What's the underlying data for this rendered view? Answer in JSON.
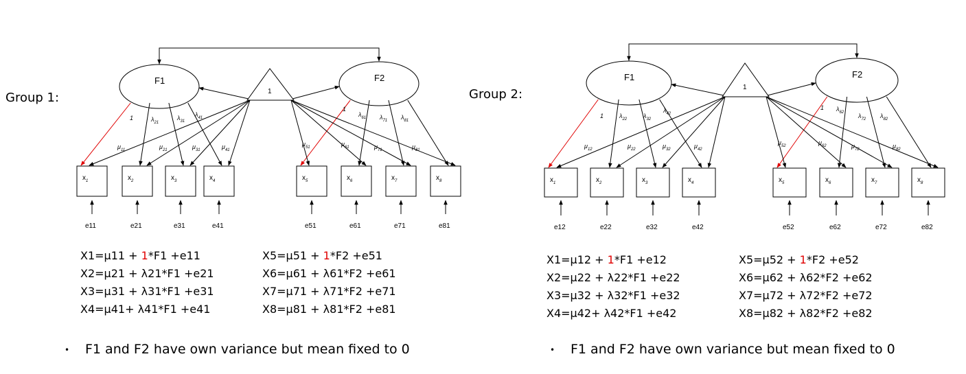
{
  "groups": [
    {
      "label": "Group 1:",
      "factor_labels": [
        "F1",
        "F2"
      ],
      "intercept_label": "1",
      "indicators": [
        "x1",
        "x2",
        "x3",
        "x4",
        "x5",
        "x6",
        "x7",
        "x8"
      ],
      "loadings": [
        "1",
        "λ21",
        "λ31",
        "λ41",
        "1",
        "λ61",
        "λ71",
        "λ81"
      ],
      "intercepts": [
        "μ11",
        "μ21",
        "μ31",
        "μ41",
        "μ51",
        "μ61",
        "μ71",
        "μ81"
      ],
      "errors": [
        "e11",
        "e21",
        "e31",
        "e41",
        "e51",
        "e61",
        "e71",
        "e81"
      ],
      "equations_left": [
        {
          "pre": "X1=μ11 + ",
          "hl": "1",
          "post": "*F1 +e11"
        },
        {
          "pre": "X2=μ21 + λ21*F1 +e21",
          "hl": "",
          "post": ""
        },
        {
          "pre": "X3=μ31 + λ31*F1 +e31",
          "hl": "",
          "post": ""
        },
        {
          "pre": "X4=μ41+ λ41*F1 +e41",
          "hl": "",
          "post": ""
        }
      ],
      "equations_right": [
        {
          "pre": "X5=μ51 + ",
          "hl": "1",
          "post": "*F2 +e51"
        },
        {
          "pre": "X6=μ61 + λ61*F2 +e61",
          "hl": "",
          "post": ""
        },
        {
          "pre": "X7=μ71 + λ71*F2 +e71",
          "hl": "",
          "post": ""
        },
        {
          "pre": "X8=μ81 + λ81*F2 +e81",
          "hl": "",
          "post": ""
        }
      ],
      "note": "F1 and F2 have own variance but mean fixed to 0"
    },
    {
      "label": "Group 2:",
      "factor_labels": [
        "F1",
        "F2"
      ],
      "intercept_label": "1",
      "indicators": [
        "x1",
        "x2",
        "x3",
        "x4",
        "x5",
        "x6",
        "x7",
        "x8"
      ],
      "loadings": [
        "1",
        "λ22",
        "λ32",
        "λ42",
        "1",
        "λ62",
        "λ72",
        "λ82"
      ],
      "intercepts": [
        "μ12",
        "μ22",
        "μ32",
        "μ42",
        "μ52",
        "μ62",
        "μ72",
        "μ82"
      ],
      "errors": [
        "e12",
        "e22",
        "e32",
        "e42",
        "e52",
        "e62",
        "e72",
        "e82"
      ],
      "equations_left": [
        {
          "pre": "X1=μ12 + ",
          "hl": "1",
          "post": "*F1 +e12"
        },
        {
          "pre": "X2=μ22 + λ22*F1 +e22",
          "hl": "",
          "post": ""
        },
        {
          "pre": "X3=μ32 + λ32*F1 +e32",
          "hl": "",
          "post": ""
        },
        {
          "pre": "X4=μ42+ λ42*F1 +e42",
          "hl": "",
          "post": ""
        }
      ],
      "equations_right": [
        {
          "pre": "X5=μ52 + ",
          "hl": "1",
          "post": "*F2 +e52"
        },
        {
          "pre": "X6=μ62 + λ62*F2 +e62",
          "hl": "",
          "post": ""
        },
        {
          "pre": "X7=μ72 + λ72*F2 +e72",
          "hl": "",
          "post": ""
        },
        {
          "pre": "X8=μ82 + λ82*F2 +e82",
          "hl": "",
          "post": ""
        }
      ],
      "note": "F1 and F2 have own variance but mean fixed to 0"
    }
  ],
  "colors": {
    "fixed_loading": "#e00000",
    "ink": "#000000"
  }
}
